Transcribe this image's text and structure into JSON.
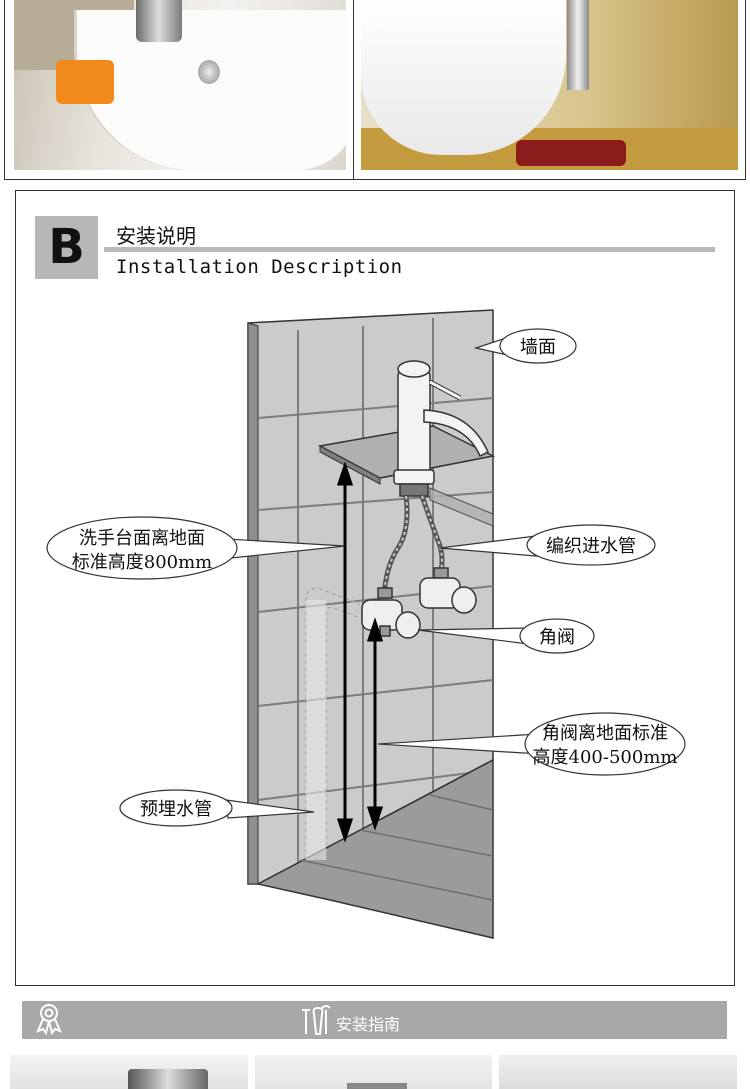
{
  "section": {
    "badge_letter": "B",
    "title_zh": "安装说明",
    "title_en": "Installation Description"
  },
  "labels": {
    "wall": "墙面",
    "braided_hose": "编织进水管",
    "angle_valve": "角阀",
    "counter_height_line1": "洗手台面离地面",
    "counter_height_line2": "标准高度800mm",
    "valve_height_line1": "角阀离地面标准",
    "valve_height_line2": "高度400-500mm",
    "embedded_pipe": "预埋水管"
  },
  "guide": {
    "title": "安装指南"
  },
  "icons": {
    "badge_icon": "award-ribbon-icon",
    "tools_icon": "wrench-screwdriver-icon"
  },
  "colors": {
    "tile": "#cdcdcd",
    "grout": "#7d7d7d",
    "floor": "#9a9a9a",
    "bar": "#a8a8a8",
    "badge": "#b7b7b7"
  }
}
